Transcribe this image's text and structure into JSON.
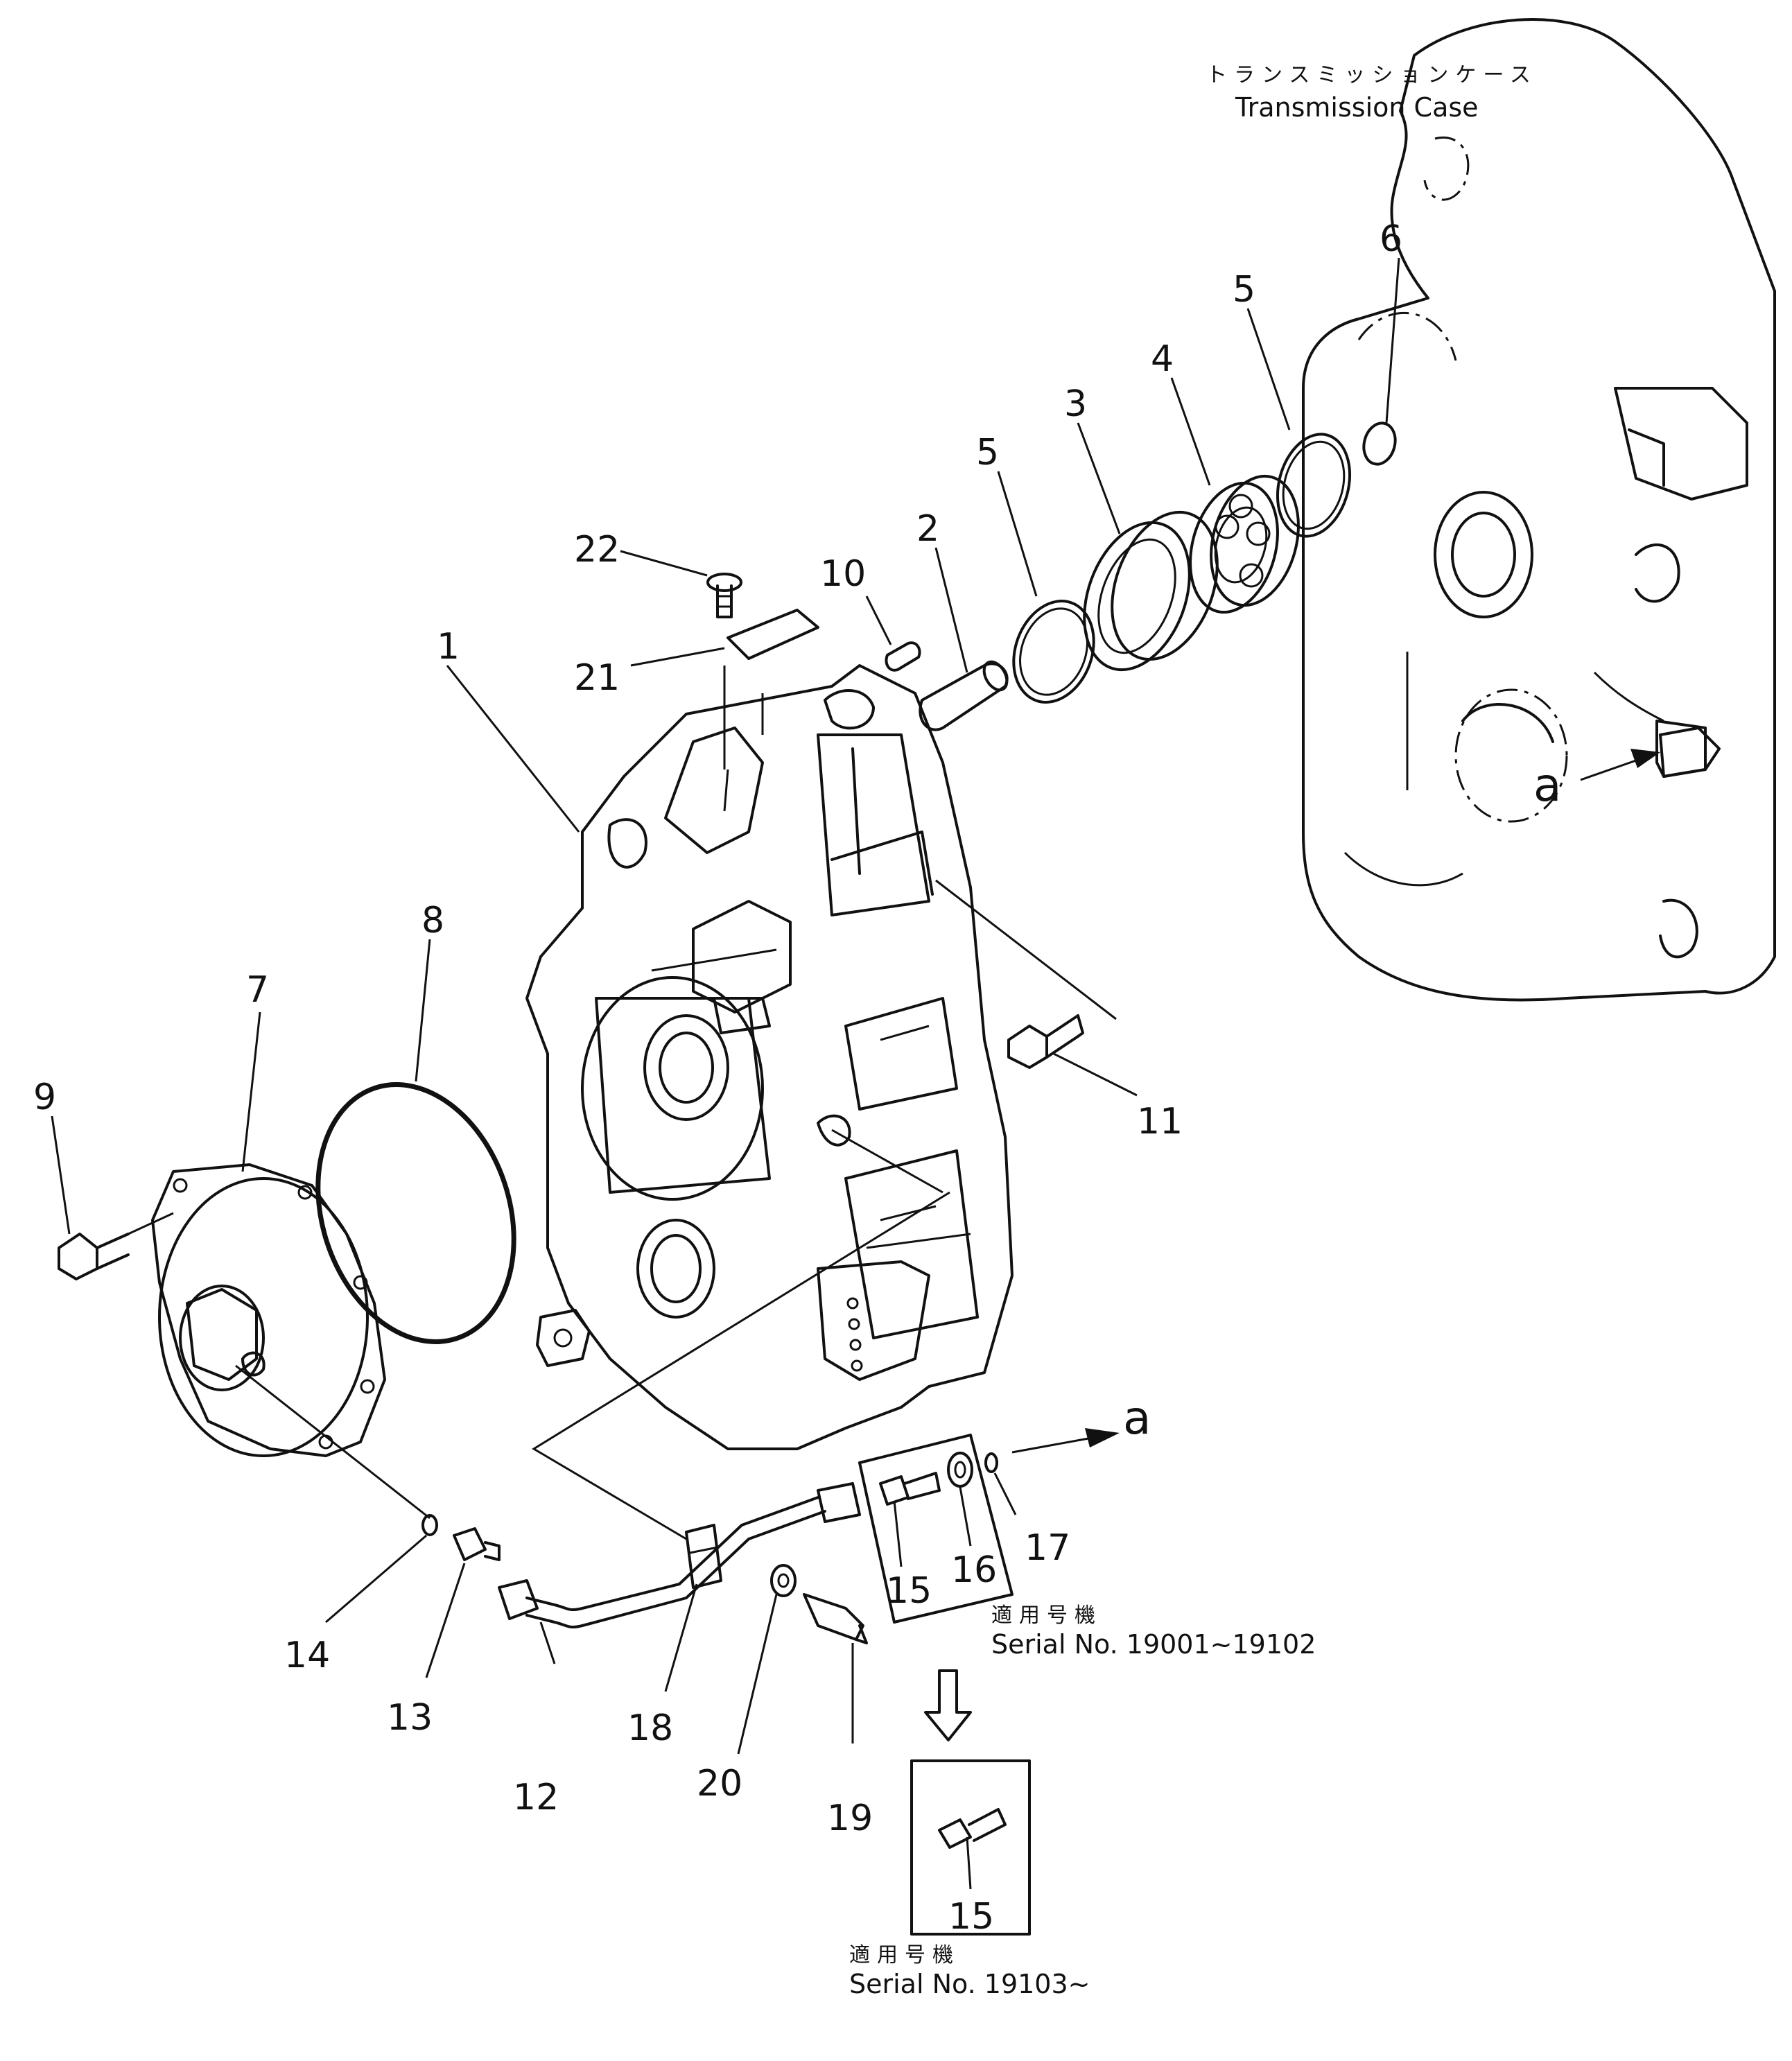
{
  "case_label": {
    "jp": "トランスミッションケース",
    "en": "Transmission Case"
  },
  "callouts": {
    "n1": "1",
    "n2": "2",
    "n3": "3",
    "n4": "4",
    "n5a": "5",
    "n5b": "5",
    "n6": "6",
    "n7": "7",
    "n8": "8",
    "n9": "9",
    "n10": "10",
    "n11": "11",
    "n12": "12",
    "n13": "13",
    "n14": "14",
    "n15a": "15",
    "n15b": "15",
    "n16": "16",
    "n17": "17",
    "n18": "18",
    "n19": "19",
    "n20": "20",
    "n21": "21",
    "n22": "22",
    "ref_a1": "a",
    "ref_a2": "a"
  },
  "serial_box_1": {
    "jp": "適用号機",
    "en": "Serial No. 19001~19102"
  },
  "serial_box_2": {
    "jp": "適用号機",
    "en": "Serial No. 19103~"
  }
}
